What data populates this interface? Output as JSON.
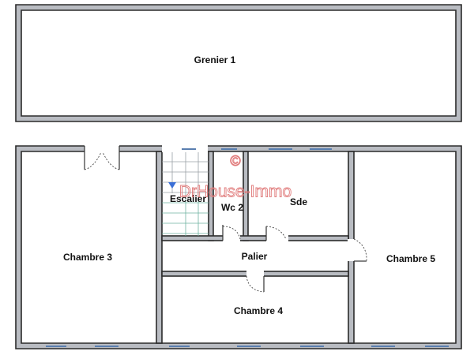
{
  "rooms": {
    "grenier_1": "Grenier 1",
    "escalier": "Escalier",
    "wc_2": "Wc 2",
    "sde": "Sde",
    "chambre_3": "Chambre 3",
    "palier": "Palier",
    "chambre_5": "Chambre 5",
    "chambre_4": "Chambre 4"
  },
  "watermark": {
    "symbol": "©",
    "text": "DrHouse-Immo"
  },
  "colors": {
    "wall_fill": "#b9bcc2",
    "wall_stroke": "#2b2b2b",
    "watermark": "#e07a7a",
    "window": "#5a7fb0",
    "stair_arrow": "#3b6fd6"
  }
}
